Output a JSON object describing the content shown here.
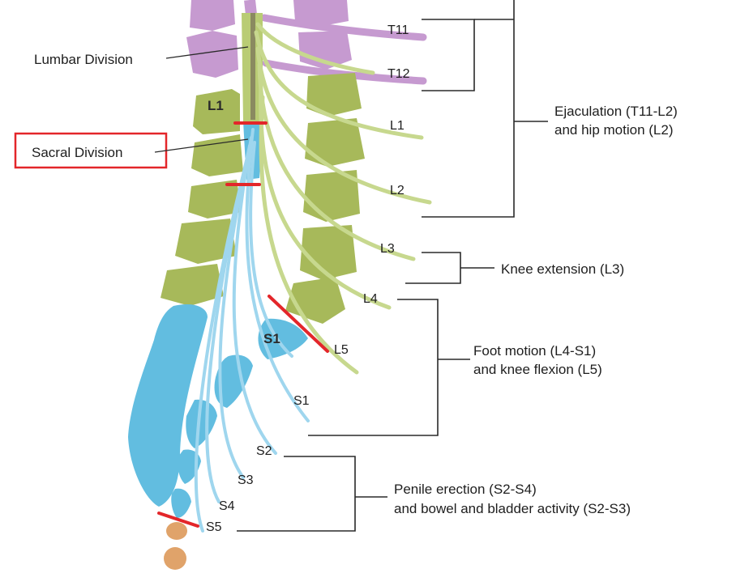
{
  "labels": {
    "lumbar_division": "Lumbar Division",
    "sacral_division": "Sacral Division"
  },
  "vertebra_labels": {
    "l1": "L1",
    "s1": "S1"
  },
  "nerve_roots": {
    "t11": "T11",
    "t12": "T12",
    "l1": "L1",
    "l2": "L2",
    "l3": "L3",
    "l4": "L4",
    "l5": "L5",
    "s1": "S1",
    "s2": "S2",
    "s3": "S3",
    "s4": "S4",
    "s5": "S5"
  },
  "functions": {
    "ejaculation_line1": "Ejaculation (T11-L2)",
    "ejaculation_line2": "and hip motion (L2)",
    "knee_extension": "Knee extension (L3)",
    "foot_line1": "Foot motion (L4-S1)",
    "foot_line2": "and knee flexion (L5)",
    "penile_line1": "Penile erection (S2-S4)",
    "penile_line2": "and bowel and bladder activity (S2-S3)"
  },
  "colors": {
    "thoracic": "#c69ad0",
    "lumbar": "#a7b95a",
    "sacral": "#62bde0",
    "coccyx": "#e0a36a",
    "cord_lumbar": "#b9cc74",
    "nerve_lumbar": "#c7d88e",
    "nerve_sacral": "#9fd6ee",
    "highlight": "#e3262a"
  }
}
